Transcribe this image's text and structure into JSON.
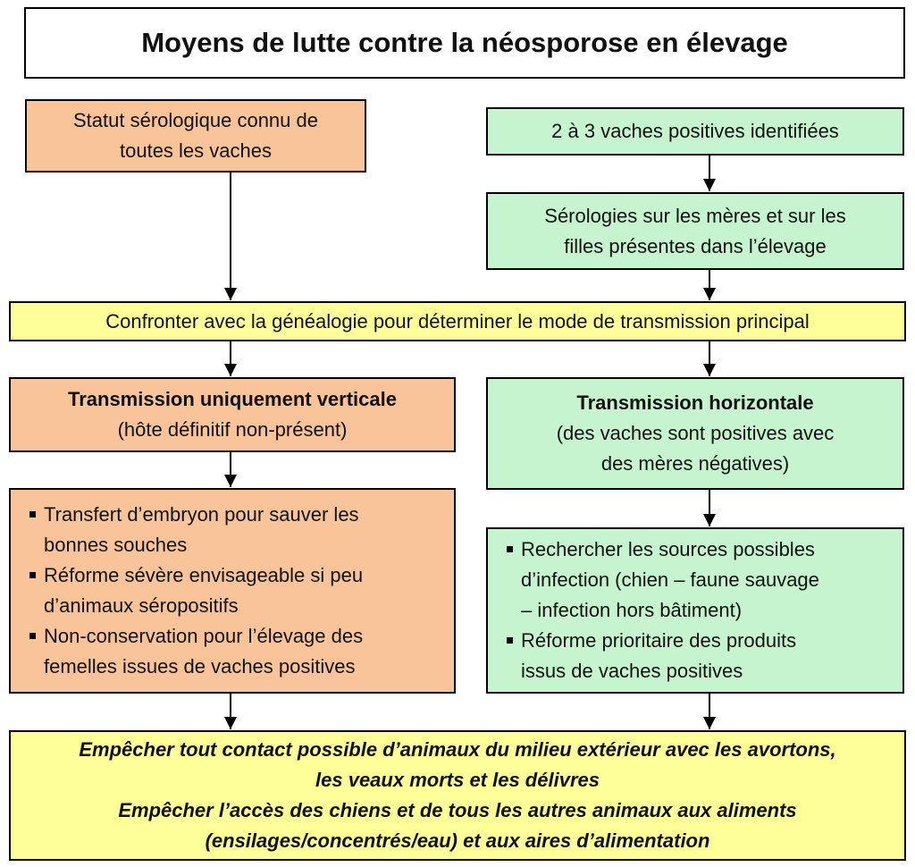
{
  "title": "Moyens de lutte contre la néosporose en élevage",
  "left_top": {
    "lines": [
      "Statut sérologique connu de",
      "toutes les vaches"
    ]
  },
  "right_top": {
    "line": "2 à 3 vaches positives identifiées"
  },
  "right_serology": {
    "lines": [
      "Sérologies sur les mères et sur les",
      "filles présentes dans l’élevage"
    ]
  },
  "confront": {
    "line": "Confronter avec la généalogie pour déterminer le mode de transmission principal"
  },
  "vertical": {
    "heading": "Transmission uniquement verticale",
    "sub": "(hôte définitif non-présent)"
  },
  "horizontal": {
    "heading": "Transmission horizontale",
    "sub_lines": [
      "(des vaches sont positives avec",
      "des mères négatives)"
    ]
  },
  "vertical_measures": [
    [
      "Transfert d’embryon pour sauver les",
      "bonnes souches"
    ],
    [
      "Réforme sévère envisageable si peu",
      "d’animaux séropositifs"
    ],
    [
      "Non-conservation pour l’élevage des",
      "femelles issues de vaches positives"
    ]
  ],
  "horizontal_measures": [
    [
      "Rechercher les sources possibles",
      "d’infection (chien – faune sauvage",
      "– infection hors bâtiment)"
    ],
    [
      "Réforme prioritaire des produits",
      "issus de vaches positives"
    ]
  ],
  "bottom": {
    "lines": [
      "Empêcher tout contact possible d’animaux du milieu extérieur avec les avortons,",
      "les veaux morts et les délivres",
      "Empêcher l’accès des chiens et de tous les autres animaux aux aliments",
      "(ensilages/concentrés/eau) et aux aires d’alimentation"
    ]
  },
  "colors": {
    "orange": "#f9c49a",
    "green": "#c5f4cf",
    "yellow": "#ffff99"
  }
}
